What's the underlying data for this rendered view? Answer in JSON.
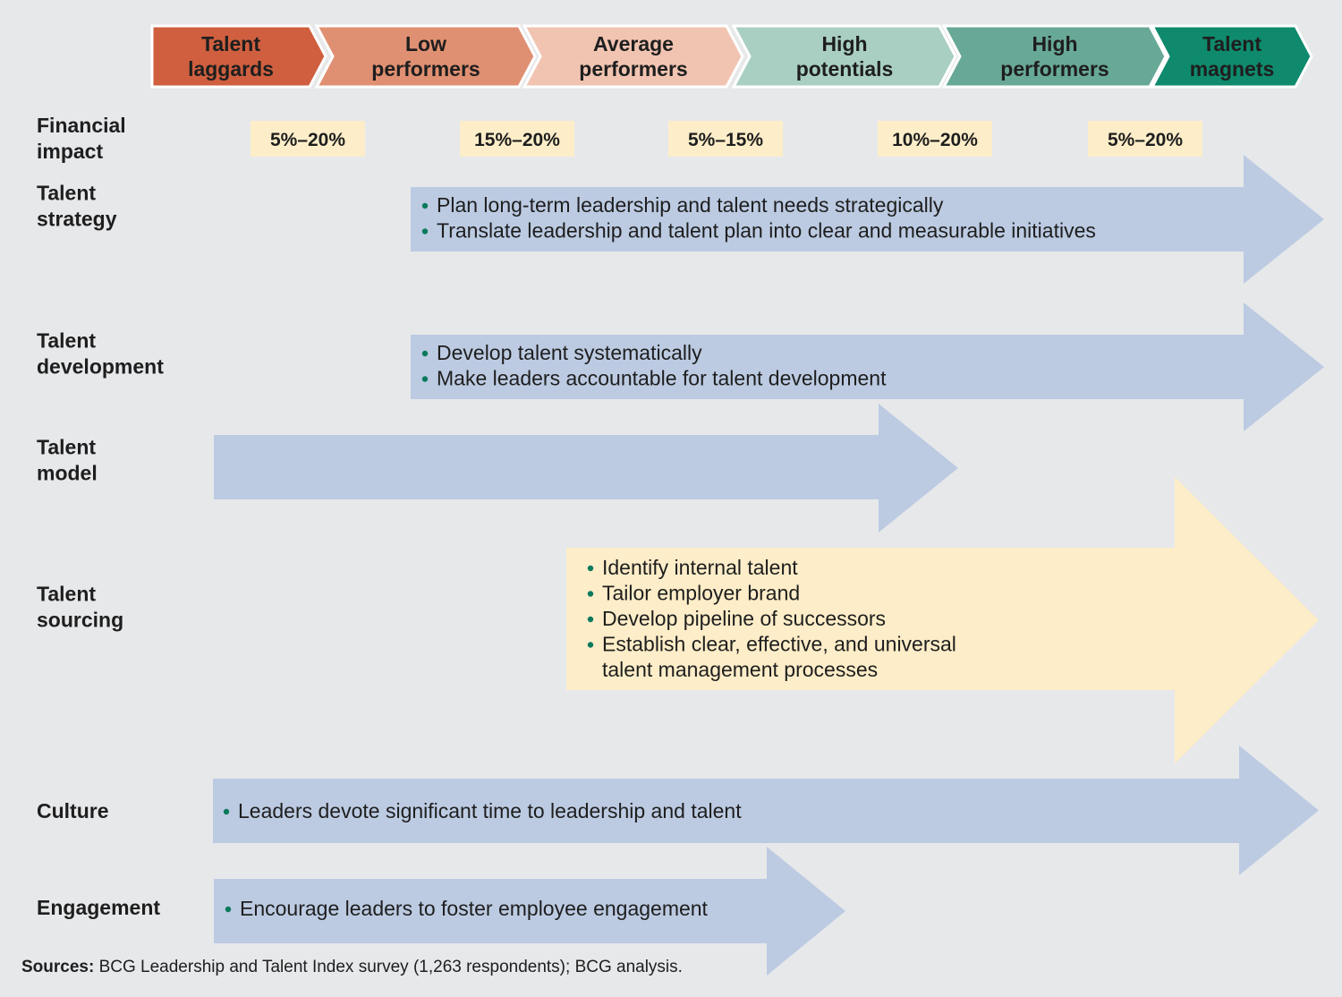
{
  "stages": [
    {
      "lines": [
        "Talent",
        "laggards"
      ],
      "color": "#cf5f3f",
      "text_color": "#1e1e1e"
    },
    {
      "lines": [
        "Low",
        "performers"
      ],
      "color": "#e09072",
      "text_color": "#1e1e1e"
    },
    {
      "lines": [
        "Average",
        "performers"
      ],
      "color": "#f1c4b1",
      "text_color": "#1e1e1e"
    },
    {
      "lines": [
        "High",
        "potentials"
      ],
      "color": "#a9cfc2",
      "text_color": "#1e1e1e"
    },
    {
      "lines": [
        "High",
        "performers"
      ],
      "color": "#68a897",
      "text_color": "#1e1e1e"
    },
    {
      "lines": [
        "Talent",
        "magnets"
      ],
      "color": "#0f8a6c",
      "text_color": "#1e1e1e"
    }
  ],
  "financial_impact": {
    "label": [
      "Financial",
      "impact"
    ],
    "values": [
      "5%–20%",
      "15%–20%",
      "5%–15%",
      "10%–20%",
      "5%–20%"
    ],
    "box_color": "#fdeec9"
  },
  "rows": [
    {
      "id": "talent-strategy",
      "label": [
        "Talent",
        "strategy"
      ],
      "color": "#bccbe2",
      "bullets": [
        [
          "Plan long-term leadership and talent needs strategically"
        ],
        [
          "Translate leadership and talent plan into clear and measurable initiatives"
        ]
      ]
    },
    {
      "id": "talent-development",
      "label": [
        "Talent",
        "development"
      ],
      "color": "#bccbe2",
      "bullets": [
        [
          "Develop talent systematically"
        ],
        [
          "Make leaders accountable for talent development"
        ]
      ]
    },
    {
      "id": "talent-model",
      "label": [
        "Talent",
        "model"
      ],
      "color": "#bccbe2",
      "bullets": []
    },
    {
      "id": "talent-sourcing",
      "label": [
        "Talent",
        "sourcing"
      ],
      "color": "#fdedc8",
      "bullets": [
        [
          "Identify internal talent"
        ],
        [
          "Tailor employer brand"
        ],
        [
          "Develop pipeline of successors"
        ],
        [
          "Establish clear, effective, and universal",
          "talent management processes"
        ]
      ]
    },
    {
      "id": "culture",
      "label": [
        "Culture"
      ],
      "color": "#bccbe2",
      "bullets": [
        [
          "Leaders devote significant time to leadership and talent"
        ]
      ]
    },
    {
      "id": "engagement",
      "label": [
        "Engagement"
      ],
      "color": "#bccbe2",
      "bullets": [
        [
          "Encourage leaders to foster employee engagement"
        ]
      ]
    }
  ],
  "sources": {
    "label": "Sources:",
    "text": " BCG Leadership and Talent Index survey (1,263 respondents); BCG analysis."
  }
}
